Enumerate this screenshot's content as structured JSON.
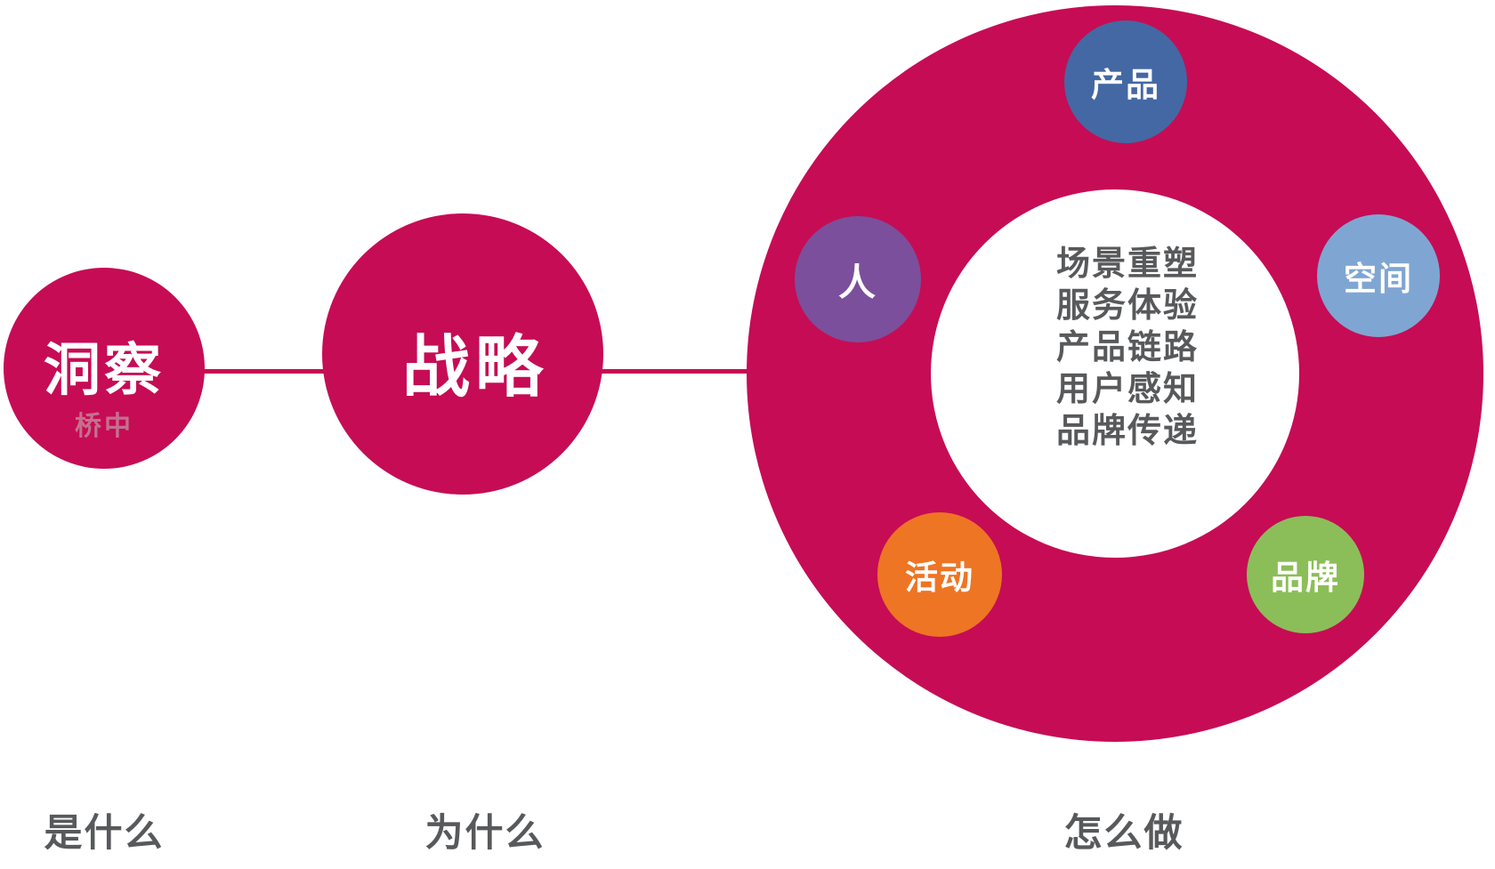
{
  "diagram": {
    "insight": {
      "label": "洞察",
      "sublabel": "桥中",
      "caption": "是什么"
    },
    "strategy": {
      "label": "战略",
      "caption": "为什么"
    },
    "execution": {
      "caption": "怎么做",
      "center_lines": [
        "场景重塑",
        "服务体验",
        "产品链路",
        "用户感知",
        "品牌传递"
      ],
      "satellites": [
        {
          "id": "product",
          "label": "产品",
          "color": "#4468A3"
        },
        {
          "id": "space",
          "label": "空间",
          "color": "#7FA6D2"
        },
        {
          "id": "brand",
          "label": "品牌",
          "color": "#8BBE58"
        },
        {
          "id": "activity",
          "label": "活动",
          "color": "#EE7524"
        },
        {
          "id": "people",
          "label": "人",
          "color": "#7B4F9B"
        }
      ]
    },
    "colors": {
      "primary": "#C60C55",
      "insight_sublabel": "#C5708D",
      "text_gray": "#58595B",
      "white": "#FFFFFF"
    }
  }
}
